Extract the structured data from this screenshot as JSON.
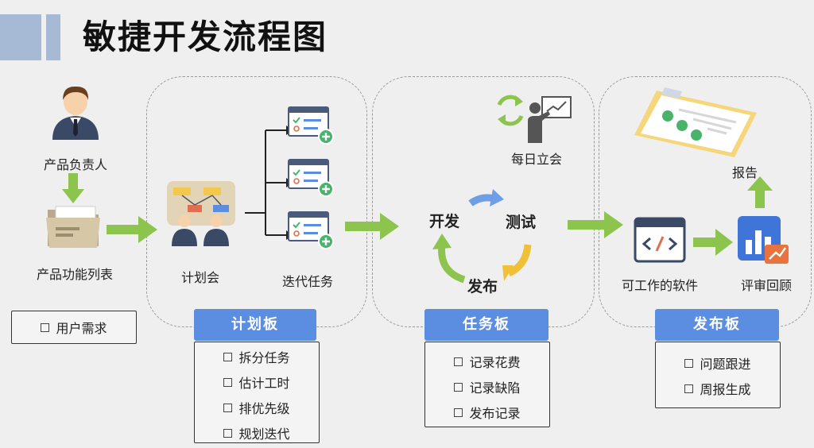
{
  "title": "敏捷开发流程图",
  "section1": {
    "owner_label": "产品负责人",
    "backlog_label": "产品功能列表",
    "items": [
      "用户需求"
    ]
  },
  "section2": {
    "meeting_label": "计划会",
    "iteration_label": "迭代任务",
    "board": "计划板",
    "items": [
      "拆分任务",
      "估计工时",
      "排优先级",
      "规划迭代"
    ]
  },
  "section3": {
    "standup_label": "每日立会",
    "cycle": [
      "开发",
      "测试",
      "发布"
    ],
    "board": "任务板",
    "items": [
      "记录花费",
      "记录缺陷",
      "发布记录"
    ]
  },
  "section4": {
    "report_label": "报告",
    "software_label": "可工作的软件",
    "review_label": "评审回顾",
    "board": "发布板",
    "items": [
      "问题跟进",
      "周报生成"
    ]
  },
  "colors": {
    "accent_blue": "#5b8ee0",
    "arrow_green": "#8dc44e",
    "arrow_yellow": "#f0c136",
    "arrow_blue": "#6d9ee6"
  },
  "icons": [
    "person-icon",
    "folder-icon",
    "planning-board-icon",
    "task-card-icon",
    "refresh-icon",
    "presenter-icon",
    "clipboard-icon",
    "code-window-icon",
    "bar-chart-icon"
  ]
}
